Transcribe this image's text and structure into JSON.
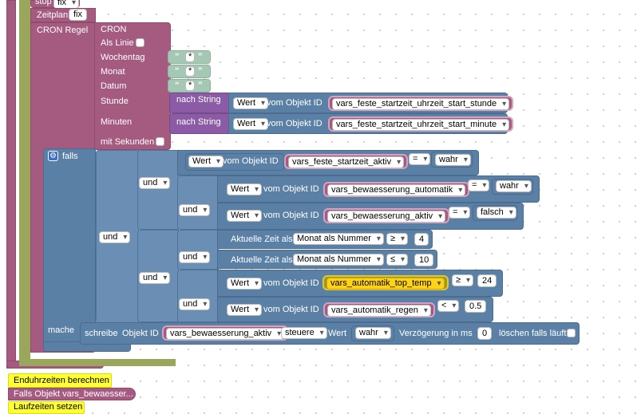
{
  "top": {
    "stop_label": "stop",
    "stop_value": "fix",
    "zeitplan_label": "Zeitplan",
    "zeitplan_value": "fix",
    "cron_regel_label": "CRON Regel"
  },
  "cron": {
    "header": "CRON",
    "als_linie": "Als Linie",
    "wochentag": "Wochentag",
    "monat": "Monat",
    "datum": "Datum",
    "stunde": "Stunde",
    "minuten": "Minuten",
    "mit_sekunden": "mit Sekunden",
    "quote_value": "*",
    "nach_string": "nach String"
  },
  "common": {
    "wert": "Wert",
    "vom_objekt_id": "vom Objekt ID",
    "und": "und",
    "aktuelle_zeit_als": "Aktuelle Zeit als",
    "monat_als_nummer": "Monat als Nummer"
  },
  "objects": {
    "start_stunde": "vars_feste_startzeit_uhrzeit_start_stunde",
    "start_minute": "vars_feste_startzeit_uhrzeit_start_minute",
    "start_aktiv": "vars_feste_startzeit_aktiv",
    "bew_automatik": "vars_bewaesserung_automatik",
    "bew_aktiv": "vars_bewaesserung_aktiv",
    "top_temp": "vars_automatik_top_temp",
    "regen": "vars_automatik_regen"
  },
  "falls": {
    "label": "falls",
    "mache": "mache",
    "cond1_op": "=",
    "cond1_val": "wahr",
    "cond2_op": "=",
    "cond2_val": "wahr",
    "cond3_op": "=",
    "cond3_val": "falsch",
    "cond4_op": "≥",
    "cond4_val": "4",
    "cond5_op": "≤",
    "cond5_val": "10",
    "cond6_op": "≥",
    "cond6_val": "24",
    "cond7_op": "<",
    "cond7_val": "0.5"
  },
  "schreibe": {
    "label": "schreibe",
    "objekt_id": "Objekt ID",
    "target": "vars_bewaesserung_aktiv",
    "mode": "steuere",
    "wert": "Wert",
    "value": "wahr",
    "delay_label": "Verzögerung in ms",
    "delay_value": "0",
    "clear_label": "löschen falls läuft"
  },
  "bottom": {
    "endzeiten": "Enduhrzeiten berechnen",
    "falls_objekt": "Falls Objekt vars_bewaesser...",
    "laufzeiten": "Laufzeiten setzen"
  }
}
